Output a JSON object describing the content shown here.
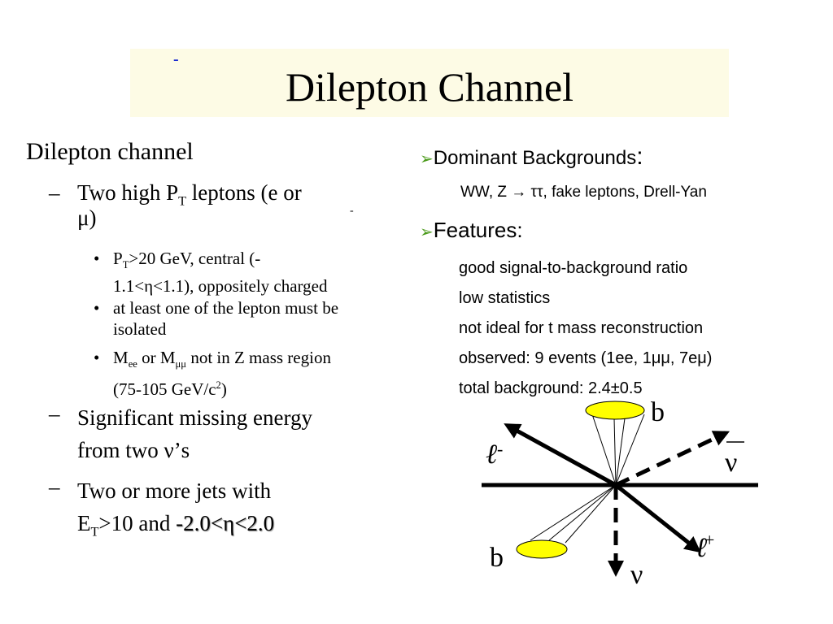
{
  "title": "Dilepton Channel",
  "title_mark": "-",
  "left": {
    "heading": "Dilepton channel",
    "b1a": "Two high P",
    "b1sub": "T",
    "b1b": " leptons (e or",
    "b1c": "μ)",
    "b1mark": "-",
    "s1a": "P",
    "s1sub": "T",
    "s1b": ">20 GeV, central (-",
    "s1c": "1.1<η<1.1), oppositely charged",
    "s2a": "at least one of the lepton must be",
    "s2b": "isolated",
    "s3a": "M",
    "s3sub1": "ee",
    "s3b": " or  M",
    "s3sub2": "μμ",
    "s3c": " not in Z mass region",
    "s3d": "(75-105 GeV/c",
    "s3sup": "2",
    "s3e": ")",
    "b2a": "Significant missing energy",
    "b2b": "from two ν’s",
    "b3a": "Two or more jets with",
    "b3b": "E",
    "b3sub": "T",
    "b3c": ">10 and ",
    "b3d": "-2.0<η<2.0"
  },
  "right": {
    "h1": "Dominant Backgrounds",
    "h1colon": ":",
    "bg": "WW,  Z → ττ, fake leptons, Drell-Yan",
    "h2": "Features:",
    "f": [
      "good signal-to-background ratio",
      "low statistics",
      "not ideal for t mass reconstruction",
      "observed: 9 events (1ee, 1μμ, 7eμ)",
      "total background: 2.4±0.5"
    ]
  },
  "diagram": {
    "b_top": "b",
    "b_bottom": "b",
    "lminus": "ℓ",
    "lminus_sup": "-",
    "lplus": "ℓ",
    "lplus_sup": "+",
    "nubar": "ν",
    "nu": "ν",
    "jet_color": "#ffff00"
  }
}
